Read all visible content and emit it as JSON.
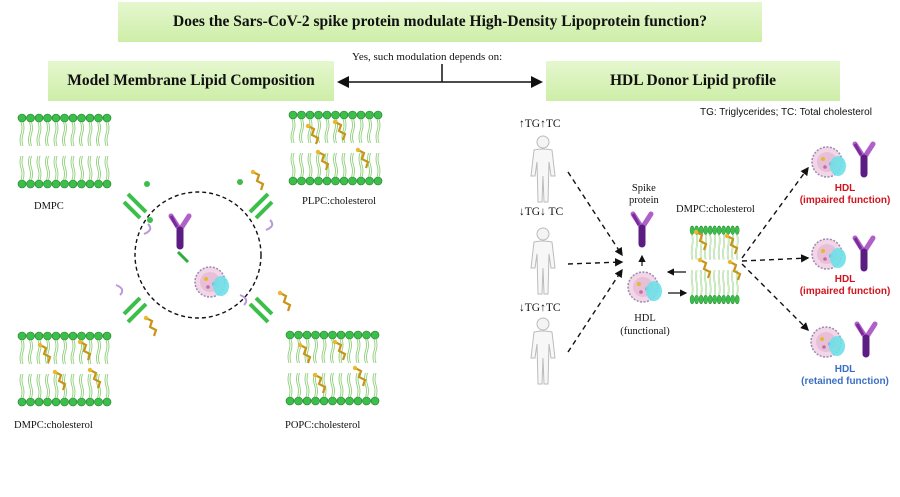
{
  "title": "Does the Sars-CoV-2 spike protein modulate High-Density Lipoprotein function?",
  "subtitle": "Yes, such modulation depends on:",
  "left_heading": "Model Membrane Lipid Composition",
  "right_heading": "HDL Donor Lipid profile",
  "legend_note": "TG: Triglycerides; TC: Total cholesterol",
  "membranes": {
    "dmpc": "DMPC",
    "plpc": "PLPC:cholesterol",
    "dmpc_chol": "DMPC:cholesterol",
    "popc": "POPC:cholesterol"
  },
  "donors": {
    "d1": "↑TG↑TC",
    "d2": "↓TG↓ TC",
    "d3": "↓TG↑TC"
  },
  "center": {
    "spike_line1": "Spike",
    "spike_line2": "protein",
    "membrane": "DMPC:cholesterol",
    "hdl_line1": "HDL",
    "hdl_line2": "(functional)"
  },
  "outcomes": {
    "o1_line1": "HDL",
    "o1_line2": "(impaired function)",
    "o2_line1": "HDL",
    "o2_line2": "(impaired function)",
    "o3_line1": "HDL",
    "o3_line2": "(retained function)"
  },
  "colors": {
    "banner": "#d4f0b4",
    "lipid_head": "#3cbf4a",
    "cholesterol": "#e8b830",
    "spike": "#7a2a9a",
    "impaired": "#d2141e",
    "retained": "#3b6fc4"
  }
}
